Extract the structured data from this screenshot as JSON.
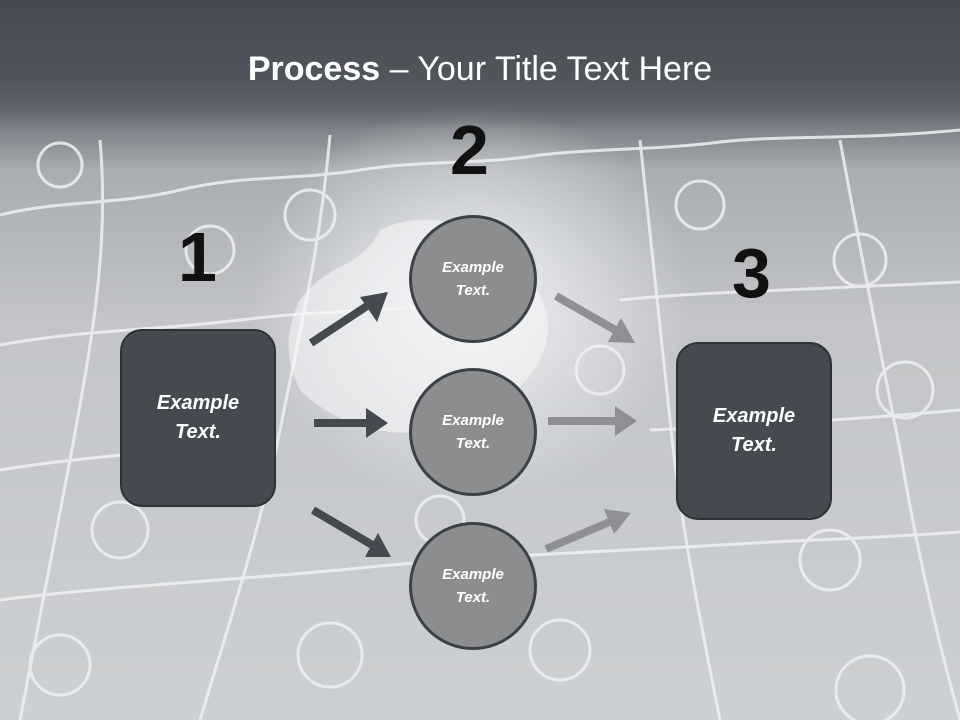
{
  "title": {
    "bold": "Process",
    "rest": " – Your Title Text Here"
  },
  "steps": [
    {
      "number": "1",
      "text": "Example\nText."
    },
    {
      "number": "2",
      "items": [
        "Example\nText.",
        "Example\nText.",
        "Example\nText."
      ]
    },
    {
      "number": "3",
      "text": "Example\nText."
    }
  ],
  "colors": {
    "box": "#454a51",
    "circle": "#8b8d8f",
    "arrow_dark": "#454a51",
    "arrow_light": "#8e9093"
  }
}
